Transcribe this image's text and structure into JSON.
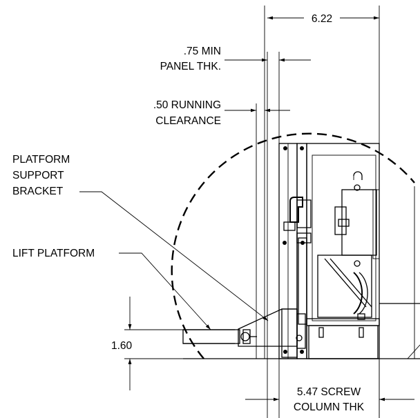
{
  "dimensions": {
    "overall_width": "6.22",
    "panel_thickness": [
      ".75 MIN",
      "PANEL THK."
    ],
    "running_clearance": [
      ".50 RUNNING",
      "CLEARANCE"
    ],
    "platform_height": "1.60",
    "screw_column": [
      "5.47 SCREW",
      "COLUMN THK"
    ]
  },
  "callouts": {
    "platform_support_bracket": [
      "PLATFORM",
      "SUPPORT",
      "BRACKET"
    ],
    "lift_platform": "LIFT PLATFORM"
  }
}
